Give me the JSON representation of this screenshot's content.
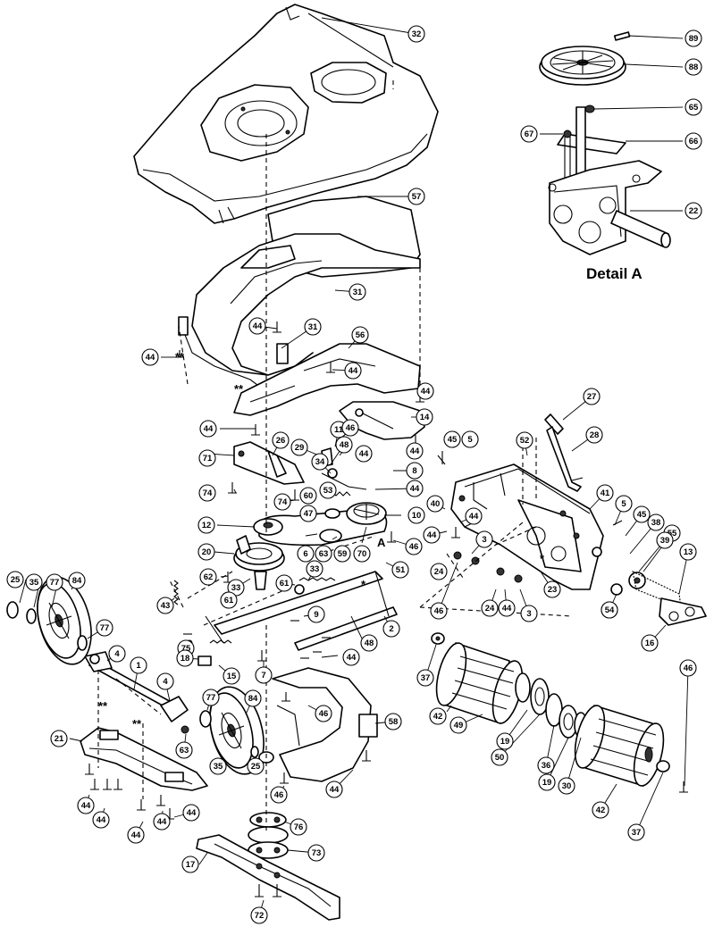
{
  "detail_label": "Detail A",
  "detail_marker": "A",
  "star_marker": "**",
  "callouts": [
    {
      "id": "c32",
      "label": "32"
    },
    {
      "id": "c89",
      "label": "89"
    },
    {
      "id": "c88",
      "label": "88"
    },
    {
      "id": "c65",
      "label": "65"
    },
    {
      "id": "c67",
      "label": "67"
    },
    {
      "id": "c66",
      "label": "66"
    },
    {
      "id": "c22",
      "label": "22"
    },
    {
      "id": "c57",
      "label": "57"
    },
    {
      "id": "c31a",
      "label": "31"
    },
    {
      "id": "c44a",
      "label": "44"
    },
    {
      "id": "c31b",
      "label": "31"
    },
    {
      "id": "c56",
      "label": "56"
    },
    {
      "id": "c44b",
      "label": "44"
    },
    {
      "id": "c44c",
      "label": "44"
    },
    {
      "id": "c44d",
      "label": "44"
    },
    {
      "id": "c44e",
      "label": "44"
    },
    {
      "id": "c14",
      "label": "14"
    },
    {
      "id": "c27",
      "label": "27"
    },
    {
      "id": "c28",
      "label": "28"
    },
    {
      "id": "c11",
      "label": "11"
    },
    {
      "id": "c46a",
      "label": "46"
    },
    {
      "id": "c48a",
      "label": "48"
    },
    {
      "id": "c45a",
      "label": "45"
    },
    {
      "id": "c5a",
      "label": "5"
    },
    {
      "id": "c26",
      "label": "26"
    },
    {
      "id": "c29",
      "label": "29"
    },
    {
      "id": "c44f",
      "label": "44"
    },
    {
      "id": "c44g",
      "label": "44"
    },
    {
      "id": "c52",
      "label": "52"
    },
    {
      "id": "c71",
      "label": "71"
    },
    {
      "id": "c34",
      "label": "34"
    },
    {
      "id": "c8",
      "label": "8"
    },
    {
      "id": "c41",
      "label": "41"
    },
    {
      "id": "c74a",
      "label": "74"
    },
    {
      "id": "c74b",
      "label": "74"
    },
    {
      "id": "c60",
      "label": "60"
    },
    {
      "id": "c53",
      "label": "53"
    },
    {
      "id": "c44h",
      "label": "44"
    },
    {
      "id": "c40",
      "label": "40"
    },
    {
      "id": "c44i",
      "label": "44"
    },
    {
      "id": "c5b",
      "label": "5"
    },
    {
      "id": "c45b",
      "label": "45"
    },
    {
      "id": "c47",
      "label": "47"
    },
    {
      "id": "c10",
      "label": "10"
    },
    {
      "id": "c44j",
      "label": "44"
    },
    {
      "id": "c38",
      "label": "38"
    },
    {
      "id": "c12",
      "label": "12"
    },
    {
      "id": "c55",
      "label": "55"
    },
    {
      "id": "c39",
      "label": "39"
    },
    {
      "id": "c13",
      "label": "13"
    },
    {
      "id": "c3a",
      "label": "3"
    },
    {
      "id": "c6",
      "label": "6"
    },
    {
      "id": "c70",
      "label": "70"
    },
    {
      "id": "c46b",
      "label": "46"
    },
    {
      "id": "c20",
      "label": "20"
    },
    {
      "id": "c63a",
      "label": "63"
    },
    {
      "id": "c59",
      "label": "59"
    },
    {
      "id": "c33a",
      "label": "33"
    },
    {
      "id": "c51",
      "label": "51"
    },
    {
      "id": "c24a",
      "label": "24"
    },
    {
      "id": "c45c",
      "label": "45"
    },
    {
      "id": "c62",
      "label": "62"
    },
    {
      "id": "c61a",
      "label": "61"
    },
    {
      "id": "c46c",
      "label": "46"
    },
    {
      "id": "c24b",
      "label": "24"
    },
    {
      "id": "c44k",
      "label": "44"
    },
    {
      "id": "c3b",
      "label": "3"
    },
    {
      "id": "c23",
      "label": "23"
    },
    {
      "id": "c54",
      "label": "54"
    },
    {
      "id": "c16",
      "label": "16"
    },
    {
      "id": "c43",
      "label": "43"
    },
    {
      "id": "c33b",
      "label": "33"
    },
    {
      "id": "c9",
      "label": "9"
    },
    {
      "id": "c2",
      "label": "2"
    },
    {
      "id": "c61b",
      "label": "61"
    },
    {
      "id": "c48b",
      "label": "48"
    },
    {
      "id": "c46d",
      "label": "46"
    },
    {
      "id": "c25a",
      "label": "25"
    },
    {
      "id": "c35a",
      "label": "35"
    },
    {
      "id": "c77a",
      "label": "77"
    },
    {
      "id": "c84a",
      "label": "84"
    },
    {
      "id": "c75",
      "label": "75"
    },
    {
      "id": "c18",
      "label": "18"
    },
    {
      "id": "c15",
      "label": "15"
    },
    {
      "id": "c7",
      "label": "7"
    },
    {
      "id": "c44l",
      "label": "44"
    },
    {
      "id": "c77b",
      "label": "77"
    },
    {
      "id": "c4a",
      "label": "4"
    },
    {
      "id": "c1",
      "label": "1"
    },
    {
      "id": "c4b",
      "label": "4"
    },
    {
      "id": "c37a",
      "label": "37"
    },
    {
      "id": "c42a",
      "label": "42"
    },
    {
      "id": "c49",
      "label": "49"
    },
    {
      "id": "c19a",
      "label": "19"
    },
    {
      "id": "c50",
      "label": "50"
    },
    {
      "id": "c36",
      "label": "36"
    },
    {
      "id": "c19b",
      "label": "19"
    },
    {
      "id": "c30",
      "label": "30"
    },
    {
      "id": "c77c",
      "label": "77"
    },
    {
      "id": "c84b",
      "label": "84"
    },
    {
      "id": "c46e",
      "label": "46"
    },
    {
      "id": "c58",
      "label": "58"
    },
    {
      "id": "c21",
      "label": "21"
    },
    {
      "id": "c63b",
      "label": "63"
    },
    {
      "id": "c35b",
      "label": "35"
    },
    {
      "id": "c25b",
      "label": "25"
    },
    {
      "id": "c44m",
      "label": "44"
    },
    {
      "id": "c46f",
      "label": "46"
    },
    {
      "id": "c44n",
      "label": "44"
    },
    {
      "id": "c44o",
      "label": "44"
    },
    {
      "id": "c44p",
      "label": "44"
    },
    {
      "id": "c44q",
      "label": "44"
    },
    {
      "id": "c44r",
      "label": "44"
    },
    {
      "id": "c42b",
      "label": "42"
    },
    {
      "id": "c37b",
      "label": "37"
    },
    {
      "id": "c76",
      "label": "76"
    },
    {
      "id": "c73",
      "label": "73"
    },
    {
      "id": "c17",
      "label": "17"
    },
    {
      "id": "c72",
      "label": "72"
    }
  ]
}
